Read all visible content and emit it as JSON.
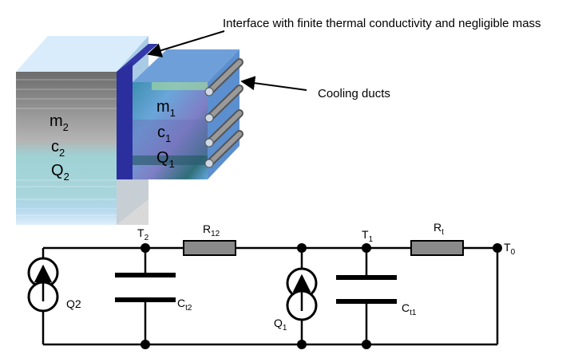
{
  "annotations": {
    "interface": "Interface with finite thermal conductivity and negligible mass",
    "cooling": "Cooling ducts"
  },
  "block2": {
    "m": "m",
    "m_sub": "2",
    "c": "c",
    "c_sub": "2",
    "q": "Q",
    "q_sub": "2"
  },
  "block1": {
    "m": "m",
    "m_sub": "1",
    "c": "c",
    "c_sub": "1",
    "q": "Q",
    "q_sub": "1"
  },
  "circuit": {
    "t2": "T",
    "t2_sub": "2",
    "t1": "T",
    "t1_sub": "1",
    "t0": "T",
    "t0_sub": "0",
    "r12": "R",
    "r12_sub": "12",
    "rt": "R",
    "rt_sub": "t",
    "ct2": "C",
    "ct2_sub": "t2",
    "ct1": "C",
    "ct1_sub": "t1",
    "q2": "Q2",
    "q1": "Q",
    "q1_sub": "1"
  },
  "colors": {
    "interface": "#2b2f9e",
    "block_light": "#cfe4f4",
    "block_blue": "#5f9fd6",
    "resistor": "#8a8a8a",
    "duct": "#7a7a7a"
  }
}
